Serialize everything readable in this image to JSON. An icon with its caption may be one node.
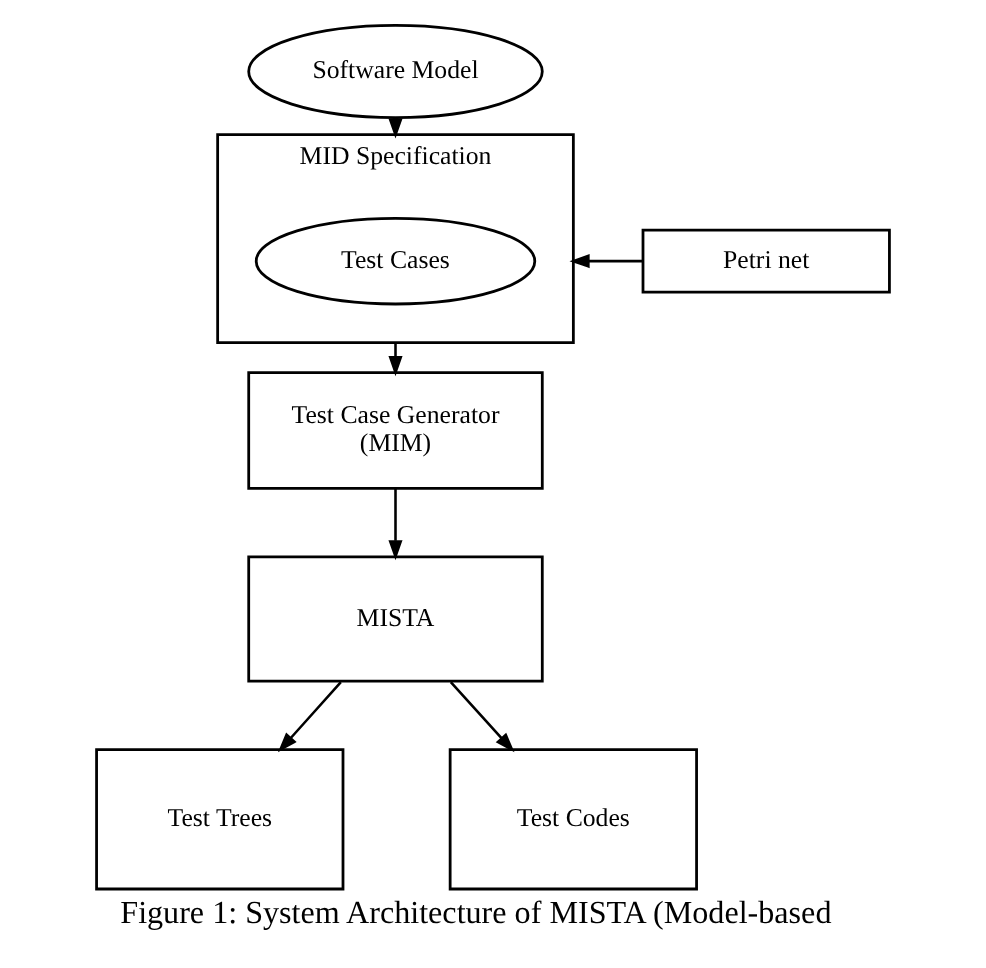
{
  "diagram": {
    "caption": "Figure 1: System Architecture of MISTA (Model-based",
    "nodes": [
      {
        "text": [
          "Software Model"
        ]
      },
      {
        "text": [
          "MID Specification"
        ]
      },
      {
        "text": [
          "Test Cases"
        ],
        "in": 1
      },
      {
        "text": [
          "Petri net"
        ]
      },
      {
        "text": [
          "Test Case Generator (MIM)"
        ]
      },
      {
        "text": [
          "MISTA"
        ]
      },
      {
        "text": [
          "Test Trees"
        ]
      },
      {
        "text": [
          "Test Codes"
        ]
      }
    ],
    "edges": [
      {
        "from": 0,
        "to": 1,
        "arrow": "to"
      },
      {
        "from": 3,
        "to": 1,
        "arrow": "to"
      },
      {
        "from": 1,
        "to": 4,
        "arrow": "to"
      },
      {
        "from": 4,
        "to": 5,
        "arrow": "to"
      },
      {
        "from": 5,
        "to": 6,
        "arrow": "to"
      },
      {
        "from": 5,
        "to": 7,
        "arrow": "to"
      }
    ]
  }
}
